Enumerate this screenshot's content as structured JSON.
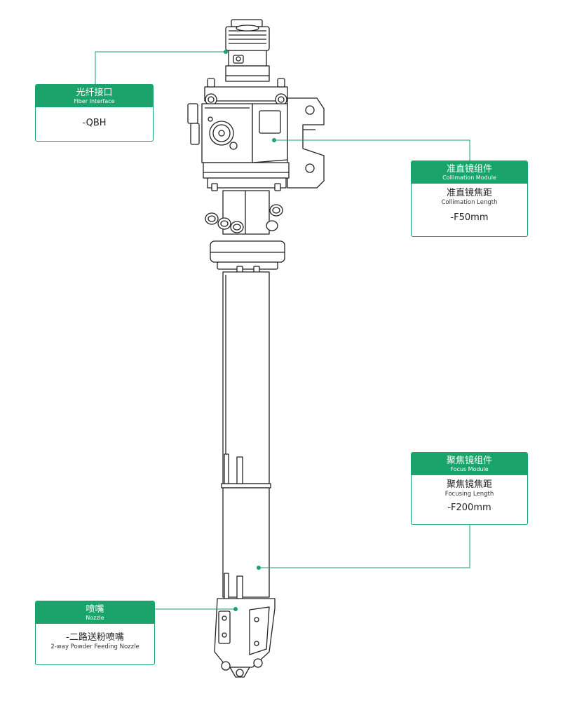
{
  "colors": {
    "accent": "#1aa36a",
    "line": "#222222"
  },
  "callouts": {
    "fiber": {
      "title_cn": "光纤接口",
      "title_en": "Fiber Interface",
      "value": "-QBH"
    },
    "collimation": {
      "title_cn": "准直镜组件",
      "title_en": "Collimation Module",
      "spec_cn": "准直镜焦距",
      "spec_en": "Collimation Length",
      "value": "-F50mm"
    },
    "focus": {
      "title_cn": "聚焦镜组件",
      "title_en": "Focus Module",
      "spec_cn": "聚焦镜焦距",
      "spec_en": "Focusing Length",
      "value": "-F200mm"
    },
    "nozzle": {
      "title_cn": "喷嘴",
      "title_en": "Nozzle",
      "value_cn": "-二路送粉喷嘴",
      "value_en": "2-way Powder Feeding Nozzle"
    }
  }
}
